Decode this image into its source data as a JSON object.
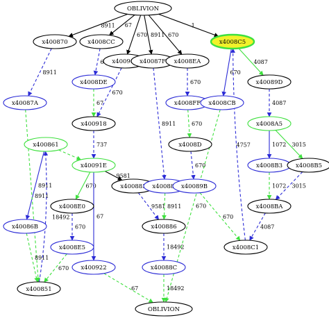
{
  "colors": {
    "black": "#000000",
    "blue": "#2b2bd6",
    "green": "#3ee03e",
    "highlight_fill": "#f2f22a",
    "highlight_stroke": "#3ee03e"
  },
  "nodes": [
    {
      "id": "OBLIVION_TOP",
      "label": "OBLIVION",
      "stroke": "black"
    },
    {
      "id": "x400870",
      "label": "x400870",
      "stroke": "black"
    },
    {
      "id": "x4008CC",
      "label": "x4008CC",
      "stroke": "black"
    },
    {
      "id": "x400904",
      "label": "x400904",
      "stroke": "black"
    },
    {
      "id": "x40087F",
      "label": "x40087F",
      "stroke": "black"
    },
    {
      "id": "x4008EA",
      "label": "x4008EA",
      "stroke": "black"
    },
    {
      "id": "x4008C5",
      "label": "x4008C5",
      "stroke": "highlight"
    },
    {
      "id": "x40087A",
      "label": "x40087A",
      "stroke": "blue"
    },
    {
      "id": "x4008DE",
      "label": "x4008DE",
      "stroke": "blue"
    },
    {
      "id": "x4008FF",
      "label": "x4008FF",
      "stroke": "blue"
    },
    {
      "id": "x4008CB",
      "label": "x4008CB",
      "stroke": "blue"
    },
    {
      "id": "x40089D",
      "label": "x40089D",
      "stroke": "black"
    },
    {
      "id": "x400918",
      "label": "x400918",
      "stroke": "black"
    },
    {
      "id": "x4008A5",
      "label": "x4008A5",
      "stroke": "green"
    },
    {
      "id": "x4008D",
      "label": "x4008D",
      "stroke": "black"
    },
    {
      "id": "x400861",
      "label": "x400861",
      "stroke": "green"
    },
    {
      "id": "x40091E",
      "label": "x40091E",
      "stroke": "green"
    },
    {
      "id": "x4008B3",
      "label": "x4008B3",
      "stroke": "blue"
    },
    {
      "id": "x4008B5",
      "label": "x4008B5",
      "stroke": "black"
    },
    {
      "id": "x400883",
      "label": "x400883",
      "stroke": "black"
    },
    {
      "id": "x400881",
      "label": "x400881",
      "stroke": "blue"
    },
    {
      "id": "x40089B",
      "label": "x40089B",
      "stroke": "blue"
    },
    {
      "id": "x4008E0",
      "label": "x4008E0",
      "stroke": "black"
    },
    {
      "id": "x4008BA",
      "label": "x4008BA",
      "stroke": "black"
    },
    {
      "id": "x40086B",
      "label": "x40086B",
      "stroke": "blue"
    },
    {
      "id": "x400886",
      "label": "x400886",
      "stroke": "black"
    },
    {
      "id": "x4008E5",
      "label": "x4008E5",
      "stroke": "blue"
    },
    {
      "id": "x4008C1",
      "label": "x4008C1",
      "stroke": "black"
    },
    {
      "id": "x40088C",
      "label": "x40088C",
      "stroke": "blue"
    },
    {
      "id": "x400922",
      "label": "x400922",
      "stroke": "blue"
    },
    {
      "id": "x400851",
      "label": "x400851",
      "stroke": "black"
    },
    {
      "id": "OBLIVION_BOTTOM",
      "label": "OBLIVION",
      "stroke": "black"
    }
  ],
  "edges": [
    {
      "from": "OBLIVION_TOP",
      "to": "x400870",
      "label": "8911",
      "color": "black",
      "style": "solid"
    },
    {
      "from": "OBLIVION_TOP",
      "to": "x4008CC",
      "label": "67",
      "color": "black",
      "style": "solid"
    },
    {
      "from": "OBLIVION_TOP",
      "to": "x400904",
      "label": "670",
      "color": "black",
      "style": "solid"
    },
    {
      "from": "OBLIVION_TOP",
      "to": "x40087F",
      "label": "8911",
      "color": "black",
      "style": "solid"
    },
    {
      "from": "OBLIVION_TOP",
      "to": "x4008EA",
      "label": "670",
      "color": "black",
      "style": "solid"
    },
    {
      "from": "OBLIVION_TOP",
      "to": "x4008C5",
      "label": "1",
      "color": "black",
      "style": "solid"
    },
    {
      "from": "x400870",
      "to": "x40087A",
      "label": "8911",
      "color": "blue",
      "style": "dashed"
    },
    {
      "from": "x4008CC",
      "to": "x4008DE",
      "label": "67",
      "color": "blue",
      "style": "dashed"
    },
    {
      "from": "x400904",
      "to": "x400918",
      "label": "670",
      "color": "blue",
      "style": "dashed"
    },
    {
      "from": "x4008DE",
      "to": "x400918",
      "label": "67",
      "color": "green",
      "style": "dashed"
    },
    {
      "from": "x40087F",
      "to": "x400881",
      "label": "8911",
      "color": "blue",
      "style": "dashed"
    },
    {
      "from": "x4008EA",
      "to": "x4008FF",
      "label": "670",
      "color": "blue",
      "style": "dashed"
    },
    {
      "from": "x4008FF",
      "to": "x4008D",
      "label": "670",
      "color": "green",
      "style": "dashed"
    },
    {
      "from": "x4008D",
      "to": "x40089B",
      "label": "670",
      "color": "blue",
      "style": "dashed"
    },
    {
      "from": "x4008C5",
      "to": "x4008CB",
      "label": "670",
      "color": "blue",
      "style": "solid"
    },
    {
      "from": "x4008C5",
      "to": "x40089D",
      "label": "4087",
      "color": "green",
      "style": "solid"
    },
    {
      "from": "x40089D",
      "to": "x4008A5",
      "label": "4087",
      "color": "blue",
      "style": "dashed"
    },
    {
      "from": "x4008A5",
      "to": "x4008B3",
      "label": "1072",
      "color": "blue",
      "style": "solid"
    },
    {
      "from": "x4008A5",
      "to": "x4008B5",
      "label": "3015",
      "color": "green",
      "style": "solid"
    },
    {
      "from": "x4008B3",
      "to": "x4008BA",
      "label": "1072",
      "color": "green",
      "style": "dashed"
    },
    {
      "from": "x4008B5",
      "to": "x4008BA",
      "label": "3015",
      "color": "blue",
      "style": "dashed"
    },
    {
      "from": "x4008BA",
      "to": "x4008C1",
      "label": "4087",
      "color": "blue",
      "style": "dashed"
    },
    {
      "from": "x4008C1",
      "to": "x4008C5",
      "label": "4757",
      "color": "blue",
      "style": "dashed"
    },
    {
      "from": "x400918",
      "to": "x40091E",
      "label": "737",
      "color": "blue",
      "style": "dashed"
    },
    {
      "from": "x40091E",
      "to": "x400883",
      "label": "9581",
      "color": "black",
      "style": "solid"
    },
    {
      "from": "x40091E",
      "to": "x4008E0",
      "label": "670",
      "color": "green",
      "style": "solid"
    },
    {
      "from": "x40091E",
      "to": "x400922",
      "label": "67",
      "color": "blue",
      "style": "solid"
    },
    {
      "from": "x400861",
      "to": "x40091E",
      "label": "",
      "color": "green",
      "style": "dashed"
    },
    {
      "from": "x400861",
      "to": "x40086B",
      "label": "8911",
      "color": "blue",
      "style": "solid"
    },
    {
      "from": "x40087A",
      "to": "x400851",
      "label": "8911",
      "color": "green",
      "style": "dashed"
    },
    {
      "from": "x40086B",
      "to": "x400851",
      "label": "8911",
      "color": "green",
      "style": "dashed"
    },
    {
      "from": "x400851",
      "to": "x400861",
      "label": "18492",
      "color": "blue",
      "style": "dashed"
    },
    {
      "from": "x4008E0",
      "to": "x4008E5",
      "label": "670",
      "color": "blue",
      "style": "dashed"
    },
    {
      "from": "x4008E5",
      "to": "x400851",
      "label": "670",
      "color": "green",
      "style": "dashed"
    },
    {
      "from": "x400883",
      "to": "x400886",
      "label": "9581",
      "color": "blue",
      "style": "dashed"
    },
    {
      "from": "x400881",
      "to": "x400886",
      "label": "8911",
      "color": "green",
      "style": "dashed"
    },
    {
      "from": "x400886",
      "to": "x40088C",
      "label": "18492",
      "color": "blue",
      "style": "dashed"
    },
    {
      "from": "x40088C",
      "to": "OBLIVION_BOTTOM",
      "label": "18492",
      "color": "green",
      "style": "dashed"
    },
    {
      "from": "x400922",
      "to": "OBLIVION_BOTTOM",
      "label": "67",
      "color": "green",
      "style": "dashed"
    },
    {
      "from": "x40089B",
      "to": "x4008C1",
      "label": "670",
      "color": "green",
      "style": "dashed"
    },
    {
      "from": "x4008CB",
      "to": "OBLIVION_BOTTOM",
      "label": "670",
      "color": "green",
      "style": "dashed"
    }
  ]
}
